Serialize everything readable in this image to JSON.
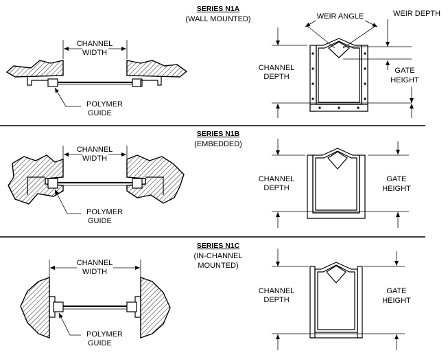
{
  "sections": [
    {
      "title": "SERIES N1A",
      "subtitle1": "(WALL MOUNTED)",
      "subtitle2": "",
      "channel_width_1": "CHANNEL",
      "channel_width_2": "WIDTH",
      "guide_1": "POLYMER",
      "guide_2": "GUIDE",
      "channel_depth_1": "CHANNEL",
      "channel_depth_2": "DEPTH",
      "gate_height_1": "GATE",
      "gate_height_2": "HEIGHT",
      "weir_angle": "WEIR ANGLE",
      "weir_depth": "WEIR DEPTH"
    },
    {
      "title": "SERIES N1B",
      "subtitle1": "(EMBEDDED)",
      "subtitle2": "",
      "channel_width_1": "CHANNEL",
      "channel_width_2": "WIDTH",
      "guide_1": "POLYMER",
      "guide_2": "GUIDE",
      "channel_depth_1": "CHANNEL",
      "channel_depth_2": "DEPTH",
      "gate_height_1": "GATE",
      "gate_height_2": "HEIGHT"
    },
    {
      "title": "SERIES N1C",
      "subtitle1": "(IN-CHANNEL",
      "subtitle2": "MOUNTED)",
      "channel_width_1": "CHANNEL",
      "channel_width_2": "WIDTH",
      "guide_1": "POLYMER",
      "guide_2": "GUIDE",
      "channel_depth_1": "CHANNEL",
      "channel_depth_2": "DEPTH",
      "gate_height_1": "GATE",
      "gate_height_2": "HEIGHT"
    }
  ]
}
